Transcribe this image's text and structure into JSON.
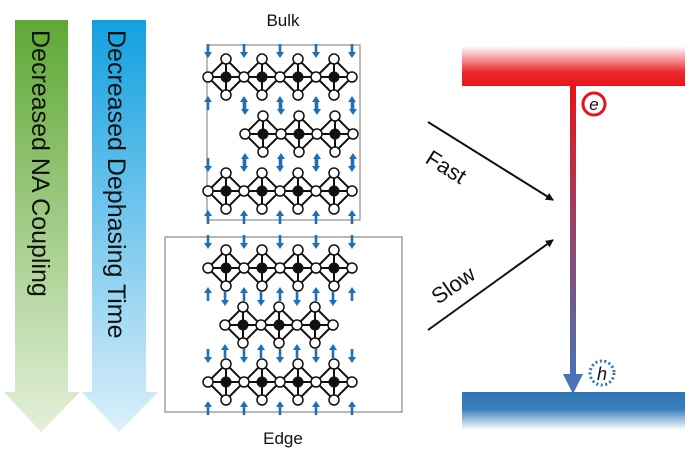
{
  "left_arrows": {
    "na_coupling": "Decreased NA Coupling",
    "dephasing": "Decreased Dephasing Time"
  },
  "lattice": {
    "bulk_label": "Bulk",
    "edge_label": "Edge"
  },
  "transitions": {
    "fast_label": "Fast",
    "slow_label": "Slow",
    "electron_label": "e",
    "hole_label": "h"
  },
  "colors": {
    "green": "#5ea834",
    "cyan": "#12a0e0",
    "red": "#e8141c",
    "blue": "#2e75b6",
    "spin_arrow": "#1f6fb4"
  }
}
